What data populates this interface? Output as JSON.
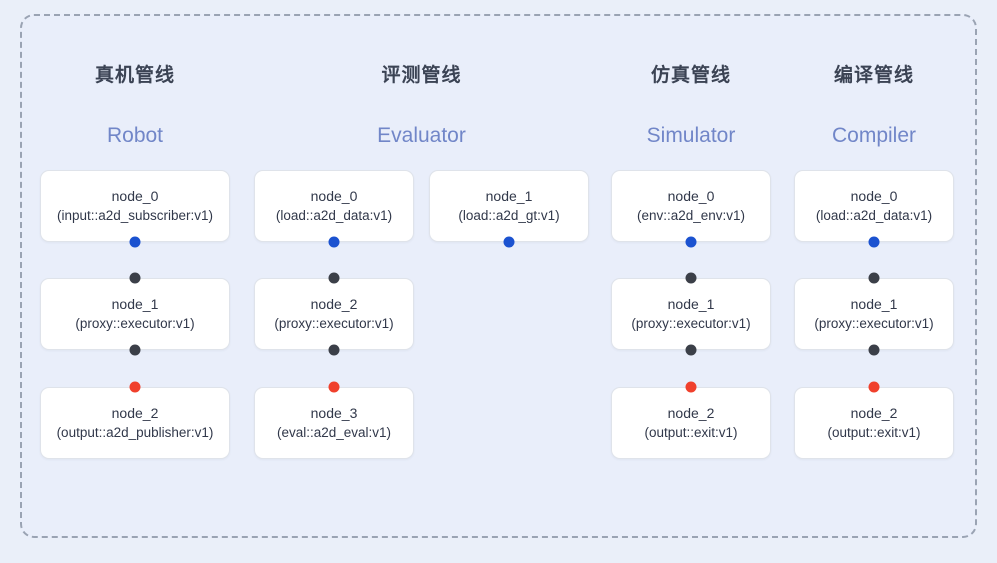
{
  "diagram": {
    "type": "pipeline-graph",
    "background_color": "#e9eefa",
    "page_background_color": "#eaeff9",
    "frame_border_style": "dashed",
    "frame_border_color": "#9aa3b3",
    "port_colors": {
      "input": "#1b52d0",
      "chain": "#3b3f48",
      "output": "#f0402c"
    },
    "columns": [
      {
        "key": "robot",
        "title_cn": "真机管线",
        "title_en": "Robot",
        "nodes": [
          {
            "id": "node_0",
            "type": "(input::a2d_subscriber:v1)"
          },
          {
            "id": "node_1",
            "type": "(proxy::executor:v1)"
          },
          {
            "id": "node_2",
            "type": "(output::a2d_publisher:v1)"
          }
        ]
      },
      {
        "key": "evaluator",
        "title_cn": "评测管线",
        "title_en": "Evaluator",
        "nodes": [
          {
            "id": "node_0",
            "type": "(load::a2d_data:v1)"
          },
          {
            "id": "node_1",
            "type": "(load::a2d_gt:v1)"
          },
          {
            "id": "node_2",
            "type": "(proxy::executor:v1)"
          },
          {
            "id": "node_3",
            "type": "(eval::a2d_eval:v1)"
          }
        ]
      },
      {
        "key": "simulator",
        "title_cn": "仿真管线",
        "title_en": "Simulator",
        "nodes": [
          {
            "id": "node_0",
            "type": "(env::a2d_env:v1)"
          },
          {
            "id": "node_1",
            "type": "(proxy::executor:v1)"
          },
          {
            "id": "node_2",
            "type": "(output::exit:v1)"
          }
        ]
      },
      {
        "key": "compiler",
        "title_cn": "编译管线",
        "title_en": "Compiler",
        "nodes": [
          {
            "id": "node_0",
            "type": "(load::a2d_data:v1)"
          },
          {
            "id": "node_1",
            "type": "(proxy::executor:v1)"
          },
          {
            "id": "node_2",
            "type": "(output::exit:v1)"
          }
        ]
      }
    ]
  }
}
